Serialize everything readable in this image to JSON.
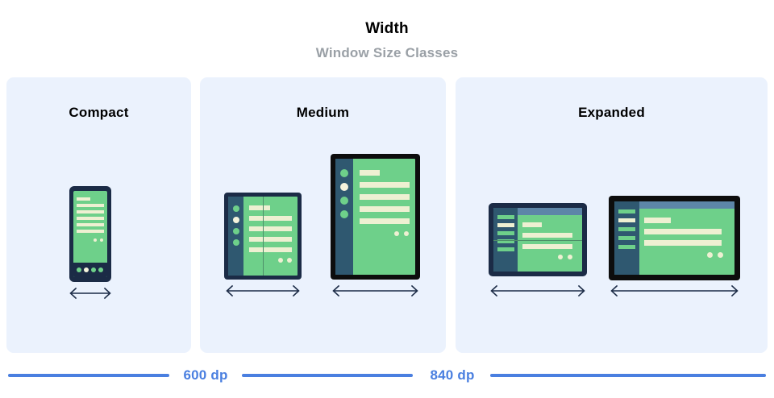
{
  "header": {
    "title": "Width",
    "subtitle": "Window Size Classes"
  },
  "panels": [
    {
      "id": "compact",
      "label": "Compact"
    },
    {
      "id": "medium",
      "label": "Medium"
    },
    {
      "id": "expanded",
      "label": "Expanded"
    }
  ],
  "breakpoints": [
    {
      "label": "600 dp"
    },
    {
      "label": "840 dp"
    }
  ],
  "colors": {
    "panel_background": "#ebf2fd",
    "page_background": "#ffffff",
    "title_text": "#000000",
    "subtitle_text": "#9aa0a6",
    "breakpoint_blue": "#4a7fe0",
    "device_bezel_navy": "#1b2b46",
    "device_bezel_black": "#0d0d0d",
    "screen_green": "#6ed08a",
    "content_cream": "#eef0d2",
    "nav_rail": "#2f5870",
    "top_bar": "#5d86a8"
  },
  "devices": {
    "phone": {
      "name": "phone-portrait",
      "panel": "compact"
    },
    "foldable_portrait": {
      "name": "foldable-portrait",
      "panel": "medium"
    },
    "tablet_portrait": {
      "name": "tablet-portrait",
      "panel": "medium"
    },
    "foldable_landscape": {
      "name": "foldable-landscape",
      "panel": "expanded"
    },
    "tablet_landscape": {
      "name": "tablet-landscape",
      "panel": "expanded"
    }
  },
  "width_arrows": [
    {
      "name": "width-arrow-phone"
    },
    {
      "name": "width-arrow-foldable-portrait"
    },
    {
      "name": "width-arrow-tablet-portrait"
    },
    {
      "name": "width-arrow-foldable-landscape"
    },
    {
      "name": "width-arrow-tablet-landscape"
    }
  ]
}
